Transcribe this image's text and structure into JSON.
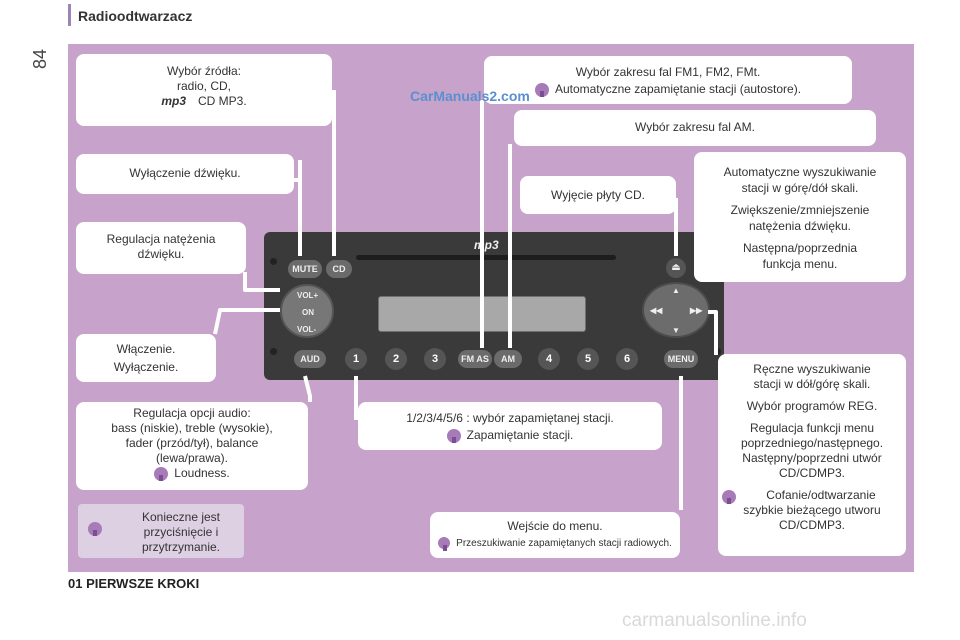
{
  "page": {
    "number": "84",
    "header_title": "Radioodtwarzacz",
    "section_title": "01 PIERWSZE KROKI"
  },
  "callouts": {
    "source": {
      "l1": "Wybór źródła:",
      "l2": "radio, CD,",
      "l3": "CD MP3.",
      "logo": "mp3"
    },
    "mute": {
      "l1": "Wyłączenie dźwięku."
    },
    "volume": {
      "l1": "Regulacja natężenia",
      "l2": "dźwięku."
    },
    "power": {
      "l1": "Włączenie.",
      "l2": "Wyłączenie."
    },
    "audio": {
      "l1": "Regulacja opcji audio:",
      "l2": "bass (niskie), treble (wysokie),",
      "l3": "fader (przód/tył), balance",
      "l4": "(lewa/prawa).",
      "l5": "Loudness."
    },
    "legend": {
      "l1": "Konieczne jest",
      "l2": "przyciśnięcie i",
      "l3": "przytrzymanie."
    },
    "fm": {
      "l1": "Wybór zakresu fal FM1, FM2, FMt.",
      "l2": "Automatyczne zapamiętanie stacji (autostore)."
    },
    "am": {
      "l1": "Wybór zakresu fal AM."
    },
    "eject": {
      "l1": "Wyjęcie płyty CD."
    },
    "auto": {
      "l1": "Automatyczne wyszukiwanie",
      "l2": "stacji w górę/dół skali.",
      "l3": "Zwiększenie/zmniejszenie",
      "l4": "natężenia dźwięku.",
      "l5": "Następna/poprzednia",
      "l6": "funkcja menu."
    },
    "presets": {
      "l1": "1/2/3/4/5/6 : wybór zapamiętanej stacji.",
      "l2": "Zapamiętanie stacji."
    },
    "menu": {
      "l1": "Wejście do menu.",
      "l2": "Przeszukiwanie zapamiętanych stacji radiowych."
    },
    "manual": {
      "l1": "Ręczne wyszukiwanie",
      "l2": "stacji w dół/górę skali.",
      "l3": "Wybór programów REG.",
      "l4": "Regulacja funkcji menu",
      "l5": "poprzedniego/następnego.",
      "l6": "Następny/poprzedni utwór",
      "l7": "CD/CDMP3.",
      "l8": "Cofanie/odtwarzanie",
      "l9": "szybkie bieżącego utworu",
      "l10": "CD/CDMP3."
    }
  },
  "radio": {
    "mute": "MUTE",
    "cd": "CD",
    "vol_plus": "VOL+",
    "on": "ON",
    "vol_minus": "VOL-",
    "aud": "AUD",
    "presets": [
      "1",
      "2",
      "3",
      "4",
      "5",
      "6"
    ],
    "fm": "FM AS",
    "am": "AM",
    "menu": "MENU",
    "logo": "mp3",
    "eject": "⏏",
    "rew": "◀◀",
    "ffw": "▶▶",
    "up": "▲",
    "down": "▼"
  },
  "watermarks": {
    "top": "CarManuals2.com",
    "bottom": "carmanualsonline.info"
  },
  "colors": {
    "panel": "#c7a3cb",
    "callout": "#ffffff",
    "radio_body": "#3a3a3a",
    "tip_icon": "#a77bb8"
  }
}
